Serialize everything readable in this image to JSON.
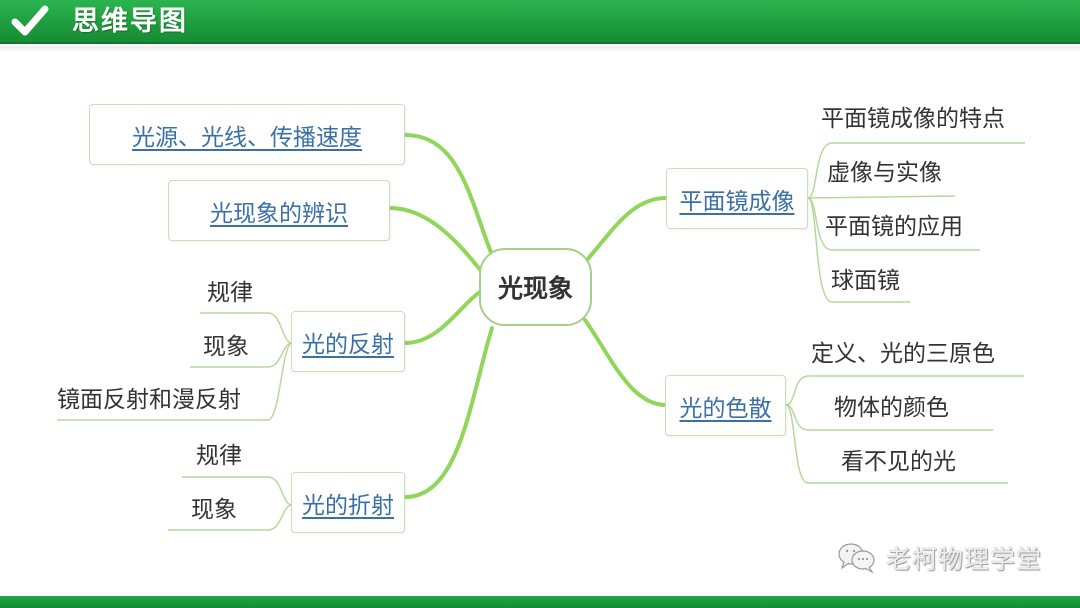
{
  "header": {
    "title": "思维导图",
    "icon": "checkmark-icon",
    "bg_color": "#1f9e40"
  },
  "mindmap": {
    "center": {
      "label": "光现象"
    },
    "left_branches": [
      {
        "label": "光源、光线、传播速度",
        "children": []
      },
      {
        "label": "光现象的辨识",
        "children": []
      },
      {
        "label": "光的反射",
        "children": [
          "规律",
          "现象",
          "镜面反射和漫反射"
        ]
      },
      {
        "label": "光的折射",
        "children": [
          "规律",
          "现象"
        ]
      }
    ],
    "right_branches": [
      {
        "label": "平面镜成像",
        "children": [
          "平面镜成像的特点",
          "虚像与实像",
          "平面镜的应用",
          "球面镜"
        ]
      },
      {
        "label": "光的色散",
        "children": [
          "定义、光的三原色",
          "物体的颜色",
          "看不见的光"
        ]
      }
    ],
    "colors": {
      "main_link": "#8fd65a",
      "sub_link": "#b5d99a",
      "link_text": "#3a6fa8",
      "leaf_text": "#333333"
    }
  },
  "watermark": {
    "icon": "wechat-icon",
    "text": "老柯物理学堂"
  }
}
